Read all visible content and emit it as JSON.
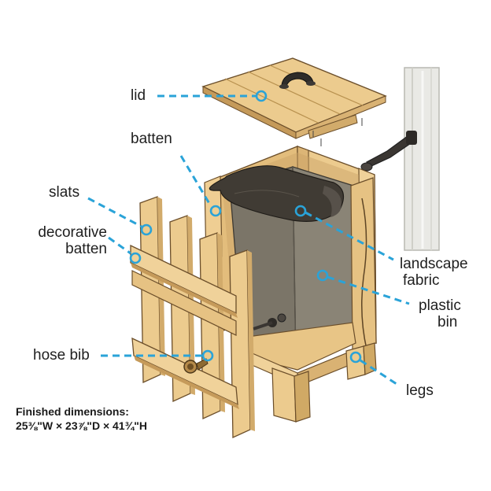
{
  "labels": {
    "lid": "lid",
    "batten": "batten",
    "slats": "slats",
    "decorative_batten_line1": "decorative",
    "decorative_batten_line2": "batten",
    "hose_bib": "hose bib",
    "landscape_fabric_line1": "landscape",
    "landscape_fabric_line2": "fabric",
    "plastic_bin_line1": "plastic",
    "plastic_bin_line2": "bin",
    "legs": "legs"
  },
  "dimensions": {
    "heading": "Finished dimensions:",
    "value": "25⅜\"W × 23⅞\"D × 41¾\"H"
  },
  "colors": {
    "wood": "#eccb8e",
    "wood_shade": "#d9b273",
    "wood_dark": "#c59a5a",
    "outline": "#6b4e2a",
    "bin": "#6f6a5f",
    "bin_light": "#857f72",
    "bin_dark": "#58534a",
    "fabric": "#3f3a33",
    "leader": "#2aa3d8",
    "pipe": "#e8e8e4"
  }
}
